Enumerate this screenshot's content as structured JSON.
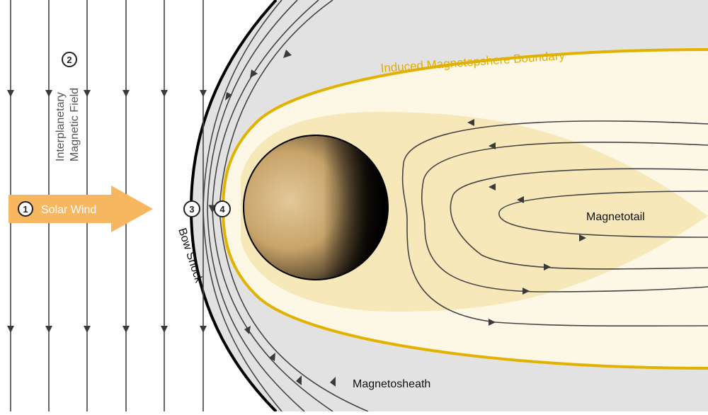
{
  "labels": {
    "solar_wind": "Solar Wind",
    "imf_line1": "Interplanetary",
    "imf_line2": "Magnetic Field",
    "bow_shock": "Bow Shock",
    "imb": "Induced Magnetopshere Boundary",
    "magnetotail": "Magnetotail",
    "magnetosheath": "Magnetosheath"
  },
  "markers": {
    "solar_wind": "1",
    "imf": "2",
    "bow_shock": "3",
    "imb": "4"
  },
  "colors": {
    "sheath": "#e2e2e2",
    "boundary": "#e2b200",
    "inner_glow": "#fdf8e6",
    "tail_glow": "#f6e8b8",
    "arrow": "#f7b660",
    "field_line": "#444444",
    "shock": "#000000",
    "boundary_text": "#e0ae00"
  }
}
